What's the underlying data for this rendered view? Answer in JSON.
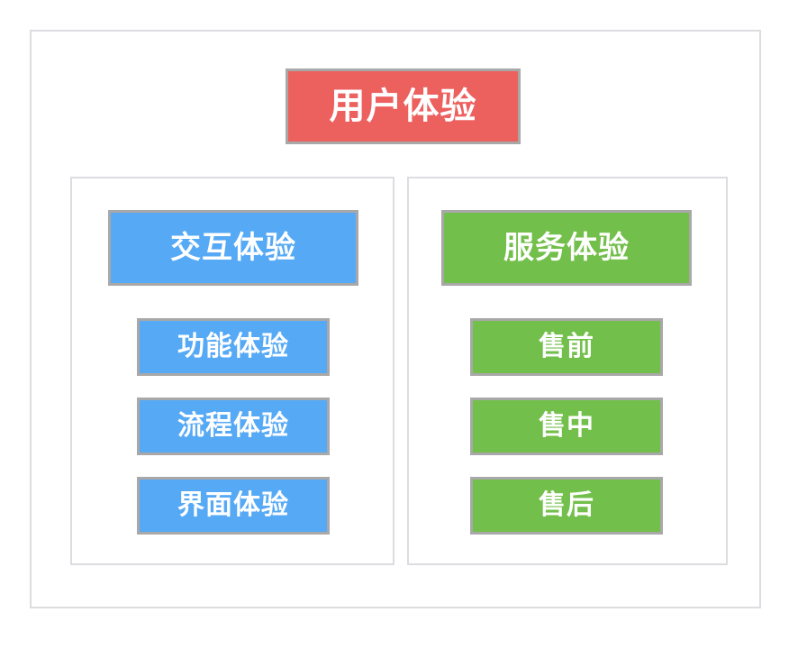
{
  "diagram": {
    "type": "hierarchy-tree",
    "colors": {
      "root_fill": "#ec605e",
      "branch_a_fill": "#56a9f5",
      "branch_b_fill": "#73bf4b",
      "node_border": "#a8a8a8",
      "panel_border": "#dcdde0",
      "label_color": "#ffffff",
      "background": "#ffffff"
    },
    "root": {
      "label": "用户体验"
    },
    "branches": [
      {
        "id": "interaction",
        "color": "#56a9f5",
        "head": {
          "label": "交互体验"
        },
        "children": [
          {
            "label": "功能体验"
          },
          {
            "label": "流程体验"
          },
          {
            "label": "界面体验"
          }
        ]
      },
      {
        "id": "service",
        "color": "#73bf4b",
        "head": {
          "label": "服务体验"
        },
        "children": [
          {
            "label": "售前"
          },
          {
            "label": "售中"
          },
          {
            "label": "售后"
          }
        ]
      }
    ]
  }
}
